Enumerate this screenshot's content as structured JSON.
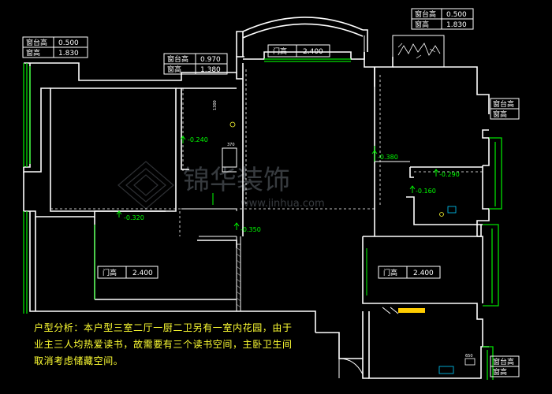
{
  "labels": {
    "win_tl": {
      "row1_label": "窗台高",
      "row1_value": "0.500",
      "row2_label": "窗高",
      "row2_value": "1.830"
    },
    "win_mid": {
      "row1_label": "窗台高",
      "row1_value": "0.970",
      "row2_label": "窗高",
      "row2_value": "1.380"
    },
    "win_tr": {
      "row1_label": "窗台高",
      "row1_value": "0.500",
      "row2_label": "窗高",
      "row2_value": "1.830"
    },
    "win_r": {
      "row1_label": "窗台高",
      "row2_label": "窗高"
    },
    "win_br": {
      "row1_label": "窗台高",
      "row2_label": "窗高"
    },
    "door_top": {
      "label": "门高",
      "value": "2.400"
    },
    "door_left": {
      "label": "门高",
      "value": "2.400"
    },
    "door_right": {
      "label": "门高",
      "value": "2.400"
    }
  },
  "levels": {
    "l1": "-0.240",
    "l2": "-0.320",
    "l3": "-0.350",
    "l4": "-0.380",
    "l5": "-0.290",
    "l6": "-0.160"
  },
  "dims": {
    "d1": "1300",
    "d2": "370",
    "d3": "650"
  },
  "watermark": {
    "brand": "锦华装饰",
    "url": "www.jinhua.com"
  },
  "analysis": {
    "text": "户型分析：本户型三室二厅一厨二卫另有一室内花园，由于业主三人均热爱读书，故需要有三个读书空间，主卧卫生间取消考虑储藏空间。"
  }
}
